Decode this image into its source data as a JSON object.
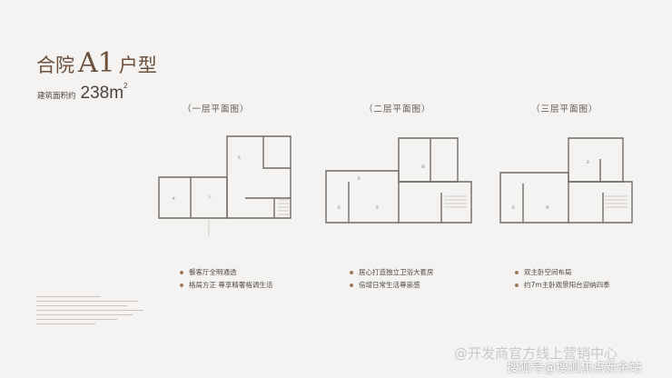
{
  "title": {
    "prefix": "合院",
    "code": "A1",
    "suffix": "户型"
  },
  "area": {
    "label": "建筑面积约",
    "value": "238m",
    "sup": "2"
  },
  "floors": [
    {
      "title": "（一层平面图）",
      "bullets": [
        "餐客厅全明通透",
        "格局方正 尊享精奢格调生活"
      ]
    },
    {
      "title": "（二层平面图）",
      "bullets": [
        "居心打造独立卫浴大套房",
        "倍增日常生活尊崇感"
      ]
    },
    {
      "title": "（三层平面图）",
      "bullets": [
        "双主卧空间布局",
        "约7m主卧观景阳台迎纳四季"
      ]
    }
  ],
  "watermark": {
    "line1": "@开发商官方线上营销中心",
    "line2": "搜狐号@搜狐焦点新余站"
  },
  "colors": {
    "title": "#6b4f3a",
    "accent_dot": "#9b7a5c",
    "background": "#f4f3f1"
  }
}
